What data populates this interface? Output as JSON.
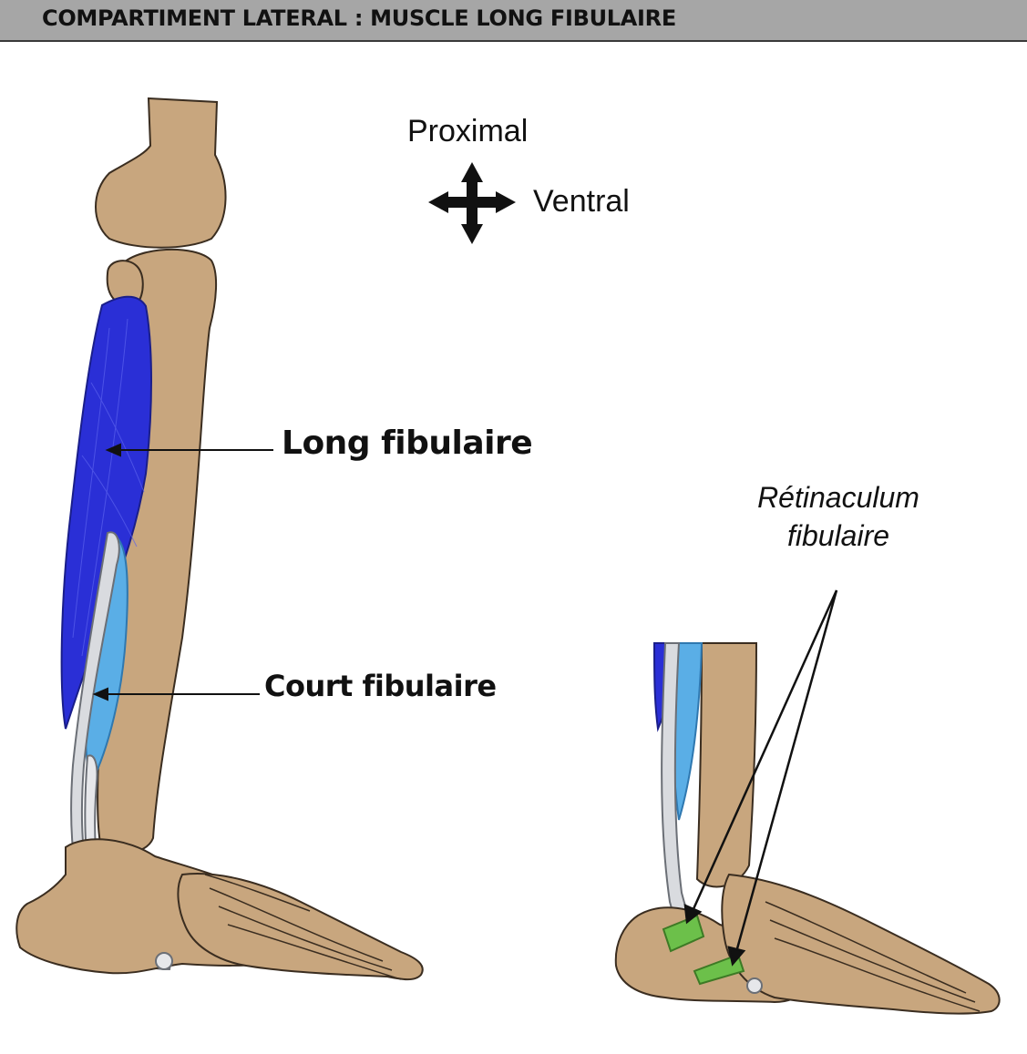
{
  "header": {
    "title": "COMPARTIMENT LATERAL : MUSCLE LONG FIBULAIRE"
  },
  "orientation": {
    "proximal": "Proximal",
    "ventral": "Ventral"
  },
  "labels": {
    "long_fibulaire": "Long fibulaire",
    "court_fibulaire": "Court fibulaire",
    "retinaculum": "Rétinaculum fibulaire"
  },
  "colors": {
    "header_bg": "#a6a6a6",
    "bone": "#c8a67e",
    "long_fibulaire": "#2a2fd6",
    "court_fibulaire": "#5aaee6",
    "tendon": "#d9dbdf",
    "retinaculum": "#6cc04a"
  },
  "icons": {
    "orientation": "four-way-arrow-icon"
  }
}
